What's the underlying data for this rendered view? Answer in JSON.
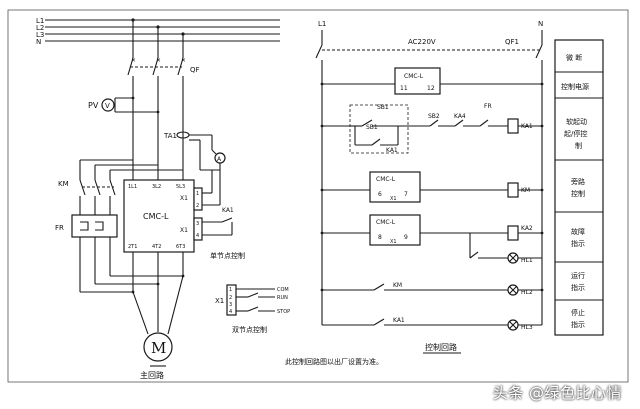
{
  "phase_lines": [
    "L1",
    "L2",
    "L3",
    "N"
  ],
  "main": {
    "qf": "QF",
    "pv": "PV",
    "v_meter": "V",
    "ta": "TA1",
    "a_meter": "A",
    "km": "KM",
    "fr": "FR",
    "ctrl_name": "CMC-L",
    "in_terms": [
      "1L1",
      "3L2",
      "5L3"
    ],
    "out_terms": [
      "2T1",
      "4T2",
      "6T3"
    ],
    "x1": "X1",
    "term_nums": [
      "1",
      "2",
      "3",
      "4"
    ],
    "ka1": "KA1",
    "single_point": "单节点控制",
    "motor": "M",
    "caption": "主回路"
  },
  "dual": {
    "x1": "X1",
    "nums": [
      "1",
      "2",
      "3",
      "4"
    ],
    "com": "COM",
    "run": "RUN",
    "stop": "STOP",
    "caption": "双节点控制"
  },
  "control": {
    "l1": "L1",
    "n": "N",
    "supply": "AC220V",
    "qf1": "QF1",
    "block1": {
      "name": "CMC-L",
      "t1": "11",
      "t2": "12"
    },
    "sb1": "SB1",
    "sb2": "SB2",
    "fr": "FR",
    "ka4": "KA4",
    "ka1": "KA1",
    "km": "KM",
    "ka2": "KA2",
    "block2": {
      "name": "CMC-L",
      "a": "6",
      "b": "7",
      "x": "X1"
    },
    "block3": {
      "name": "CMC-L",
      "a": "8",
      "b": "9",
      "x": "X1"
    },
    "hl1": "HL1",
    "hl2": "HL2",
    "hl3": "HL3",
    "note": "此控制回路图以出厂设置为准。",
    "caption": "控制回路"
  },
  "legend": [
    {
      "label": "微 断"
    },
    {
      "label": "控制电源"
    },
    {
      "label": "软起动起/停控制"
    },
    {
      "label": "旁路控制"
    },
    {
      "label": "故障指示"
    },
    {
      "label": "运行指示"
    },
    {
      "label": "停止指示"
    }
  ],
  "watermark": "头条 @绿色比心情"
}
